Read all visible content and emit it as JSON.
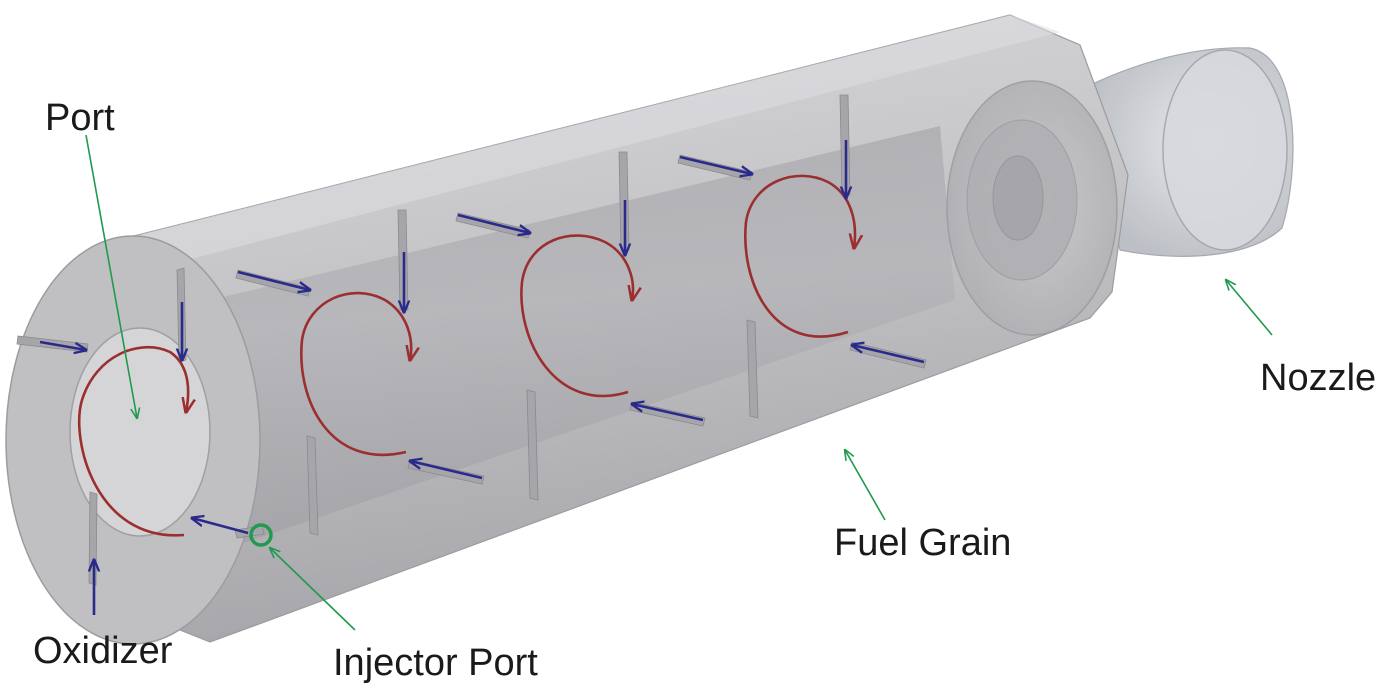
{
  "labels": {
    "port": "Port",
    "nozzle": "Nozzle",
    "fuel_grain": "Fuel Grain",
    "oxidizer": "Oxidizer",
    "injector_port": "Injector Port"
  },
  "colors": {
    "body": "#c4c4c7",
    "body_shadow": "#a9a9ad",
    "port_inner": "#b3b3b7",
    "swirl": "#9b2f2f",
    "oxidizer_arrow": "#2a2a8c",
    "leader_line": "#1f9a4e",
    "injector_marker": "#1f9a4e"
  }
}
